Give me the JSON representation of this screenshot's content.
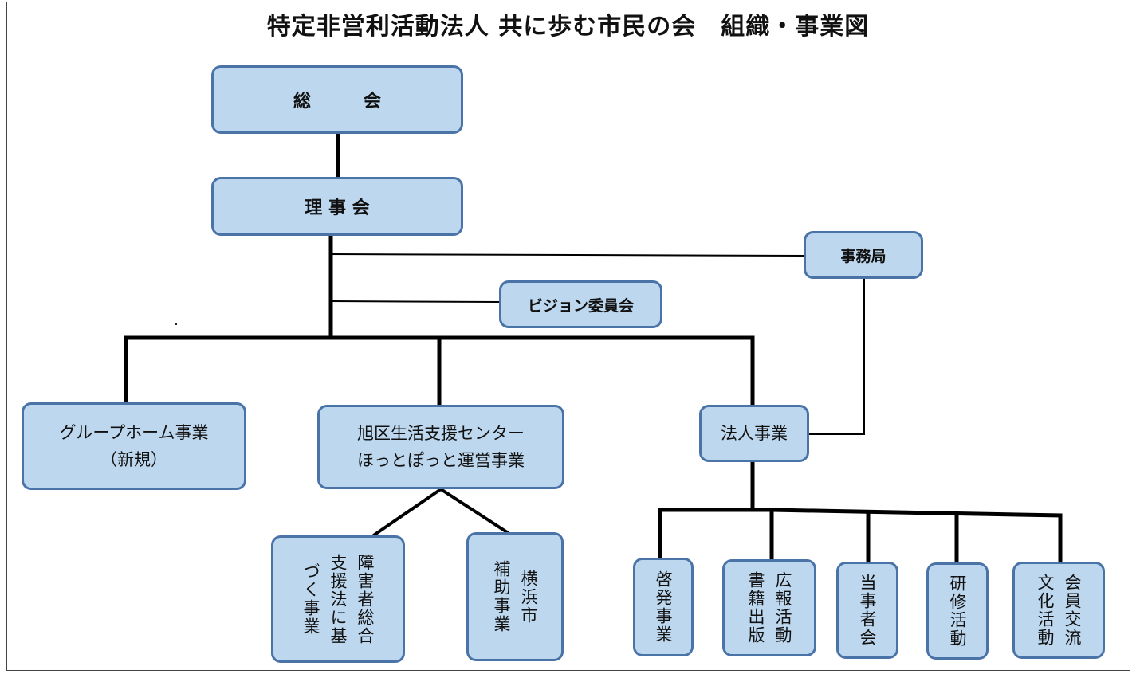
{
  "title": "特定非営利活動法人 共に歩む市民の会　組織・事業図",
  "nodes": {
    "general_meeting": "総　　　会",
    "board": "理 事 会",
    "secretariat": "事務局",
    "vision_committee": "ビジョン委員会",
    "group_home": [
      "グループホーム事業",
      "（新規）"
    ],
    "support_center": [
      "旭区生活支援センター",
      "ほっとぽっと運営事業"
    ],
    "corporate_business": "法人事業",
    "disability_law": "障害者総合\n支援法に基\nづく事業",
    "yokohama_subsidy": "横浜市\n補助事業",
    "enlightenment": "啓発事業",
    "publicity": "広報活動\n書籍出版",
    "party_meeting": "当事者会",
    "training": "研修活動",
    "exchange": "会員交流\n文化活動"
  },
  "colors": {
    "fill": "#bdd7ee",
    "border": "#4a73a8",
    "line": "#000000"
  }
}
